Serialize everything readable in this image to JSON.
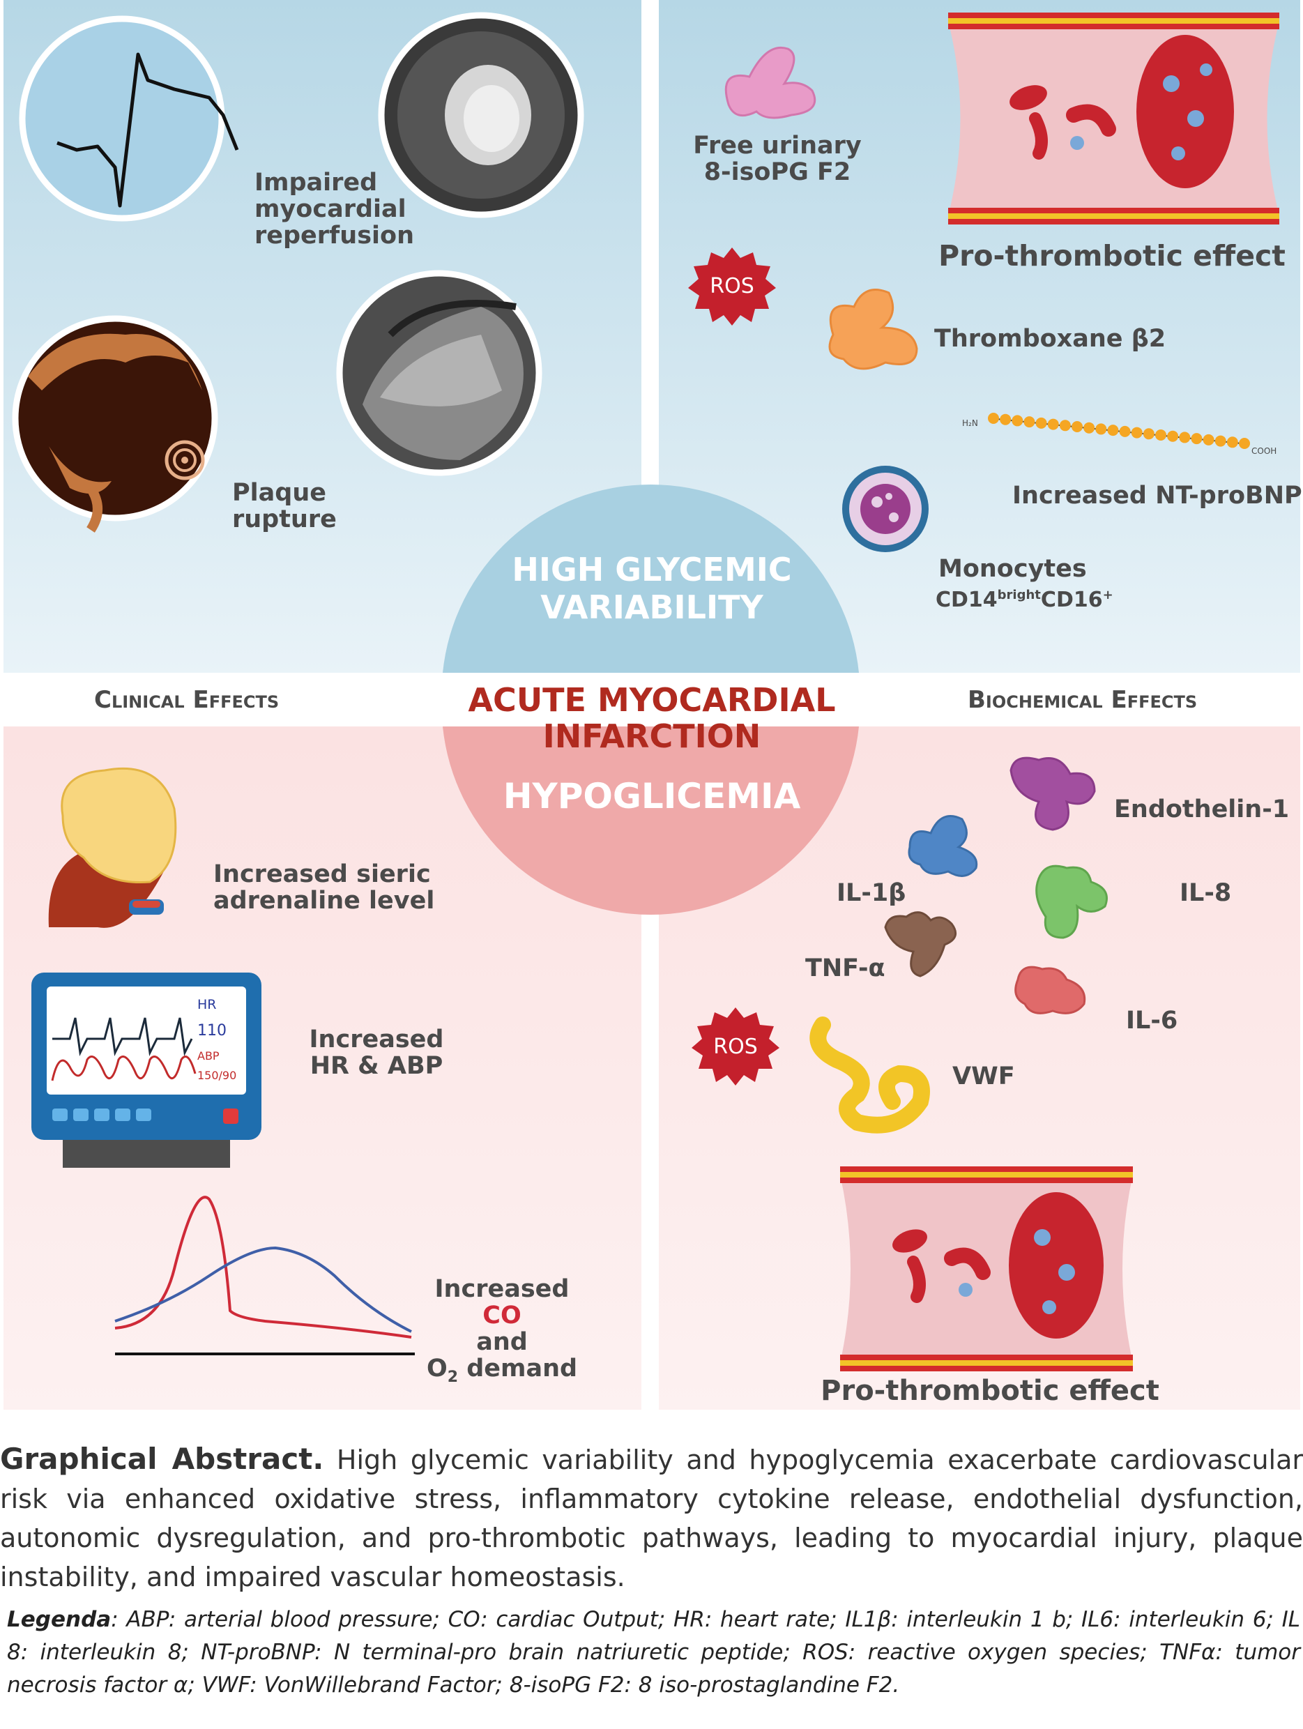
{
  "titles": {
    "high_gv": "HIGH GLYCEMIC",
    "high_gv2": "VARIABILITY",
    "hypo": "HYPOGLICEMIA",
    "ami": "ACUTE MYOCARDIAL INFARCTION",
    "clinical": "Clinical Effects",
    "biochemical": "Biochemical Effects"
  },
  "top_left": {
    "impaired": [
      "Impaired",
      "myocardial",
      "reperfusion"
    ],
    "plaque": [
      "Plaque",
      "rupture"
    ]
  },
  "top_right": {
    "urinary": [
      "Free urinary",
      "8-isoPG F2"
    ],
    "prothrombotic": "Pro-thrombotic effect",
    "ros": "ROS",
    "thromboxane": "Thromboxane  β2",
    "peptide_h": "H₂N",
    "peptide_c": "COOH",
    "ntprobnp": "Increased NT-proBNP",
    "monocytes": "Monocytes",
    "cd14": "CD14",
    "bright": "bright",
    "cd16": "CD16",
    "plus": "+"
  },
  "bottom_left": {
    "adrenaline": [
      "Increased sieric",
      "adrenaline level"
    ],
    "hr_abp": [
      "Increased",
      "HR & ABP"
    ],
    "monitor_hr": "HR",
    "monitor_hr_val": "110",
    "monitor_abp": "ABP",
    "monitor_abp_val": "150/90",
    "co_increased": "Increased",
    "co": "CO",
    "co_and": "and",
    "o2": "O",
    "o2_sub": "2",
    "demand": "demand"
  },
  "bottom_right": {
    "endothelin": "Endothelin-1",
    "il1b": "IL-1β",
    "il8": "IL-8",
    "tnfa": "TNF-α",
    "il6": "IL-6",
    "ros": "ROS",
    "vwf": "VWF",
    "prothrombotic": "Pro-thrombotic effect"
  },
  "caption": {
    "heading": "Graphical Abstract.",
    "text": " High glycemic variability and hypoglycemia exacerbate cardiovascular risk via enhanced oxidative stress, inflammatory cytokine release, endothelial dysfunction, autonomic dysregulation, and pro-thrombotic pathways, leading to myocardial injury, plaque instability, and impaired vascular homeostasis."
  },
  "legend": {
    "heading": "Legenda",
    "text": ": ABP: arterial blood pressure; CO: cardiac Output; HR: heart rate; IL1β: interleukin 1 b; IL6: interleukin 6; IL 8: interleukin 8; NT-proBNP: N terminal-pro brain natriuretic peptide; ROS: reactive oxygen species; TNFα: tumor necrosis factor α; VWF: VonWillebrand Factor; 8-isoPG F2: 8 iso-prostaglandine F2."
  },
  "colors": {
    "top_panel": "#bcd9e6",
    "bottom_panel": "#fbe4e4",
    "ami_red": "#b02a1f",
    "gv_circle": "#a7cfe0",
    "hypo_circle": "#f0a9a9",
    "ros_red": "#c4202c"
  }
}
